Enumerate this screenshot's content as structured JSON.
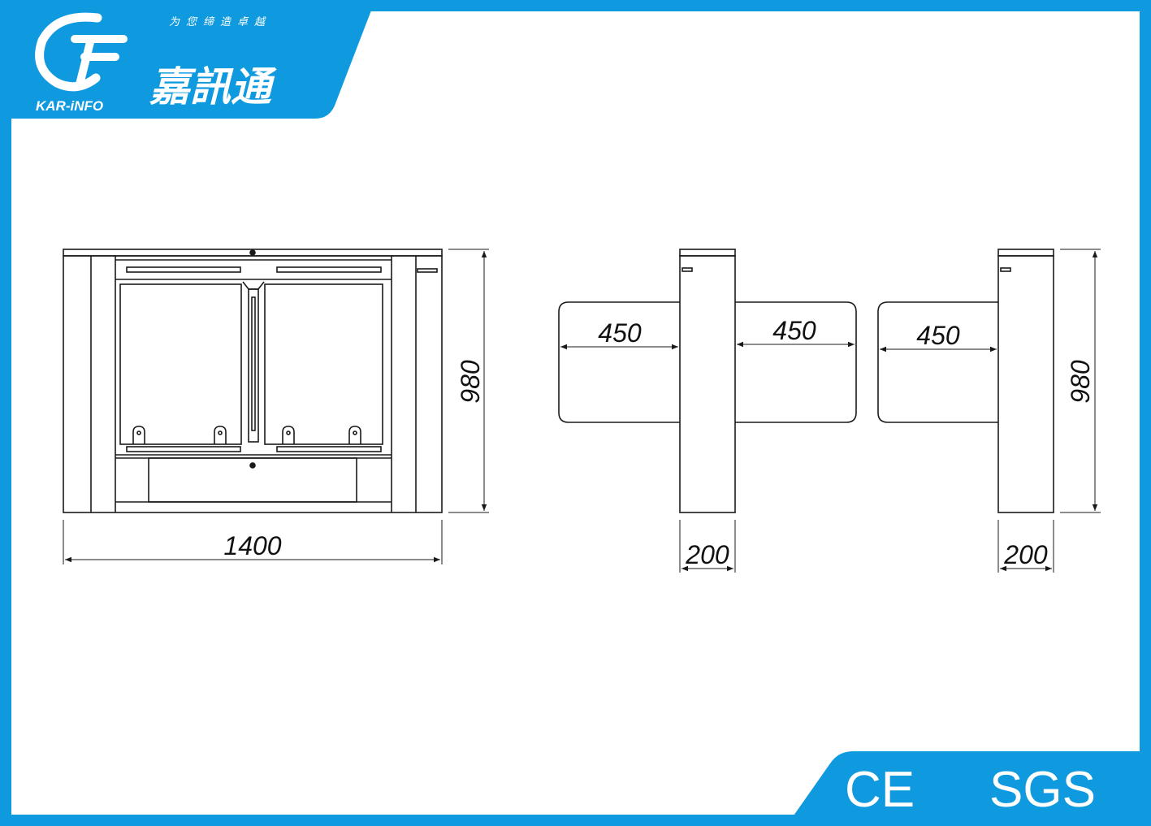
{
  "brand": {
    "slogan": "为您缔造卓越",
    "name_cn": "嘉訊通",
    "name_en": "KAR-iNFO",
    "logo_icon": "cf-logo-icon"
  },
  "certifications": {
    "ce": "CE",
    "sgs": "SGS"
  },
  "dimensions": {
    "front_width": "1400",
    "front_height": "980",
    "mid_wing_left": "450",
    "mid_wing_right": "450",
    "mid_post_width": "200",
    "right_wing": "450",
    "right_height": "980",
    "right_post_width": "200"
  },
  "colors": {
    "frame_blue": "#0f9ae0",
    "line": "#1a1a1a",
    "background": "#ffffff"
  }
}
